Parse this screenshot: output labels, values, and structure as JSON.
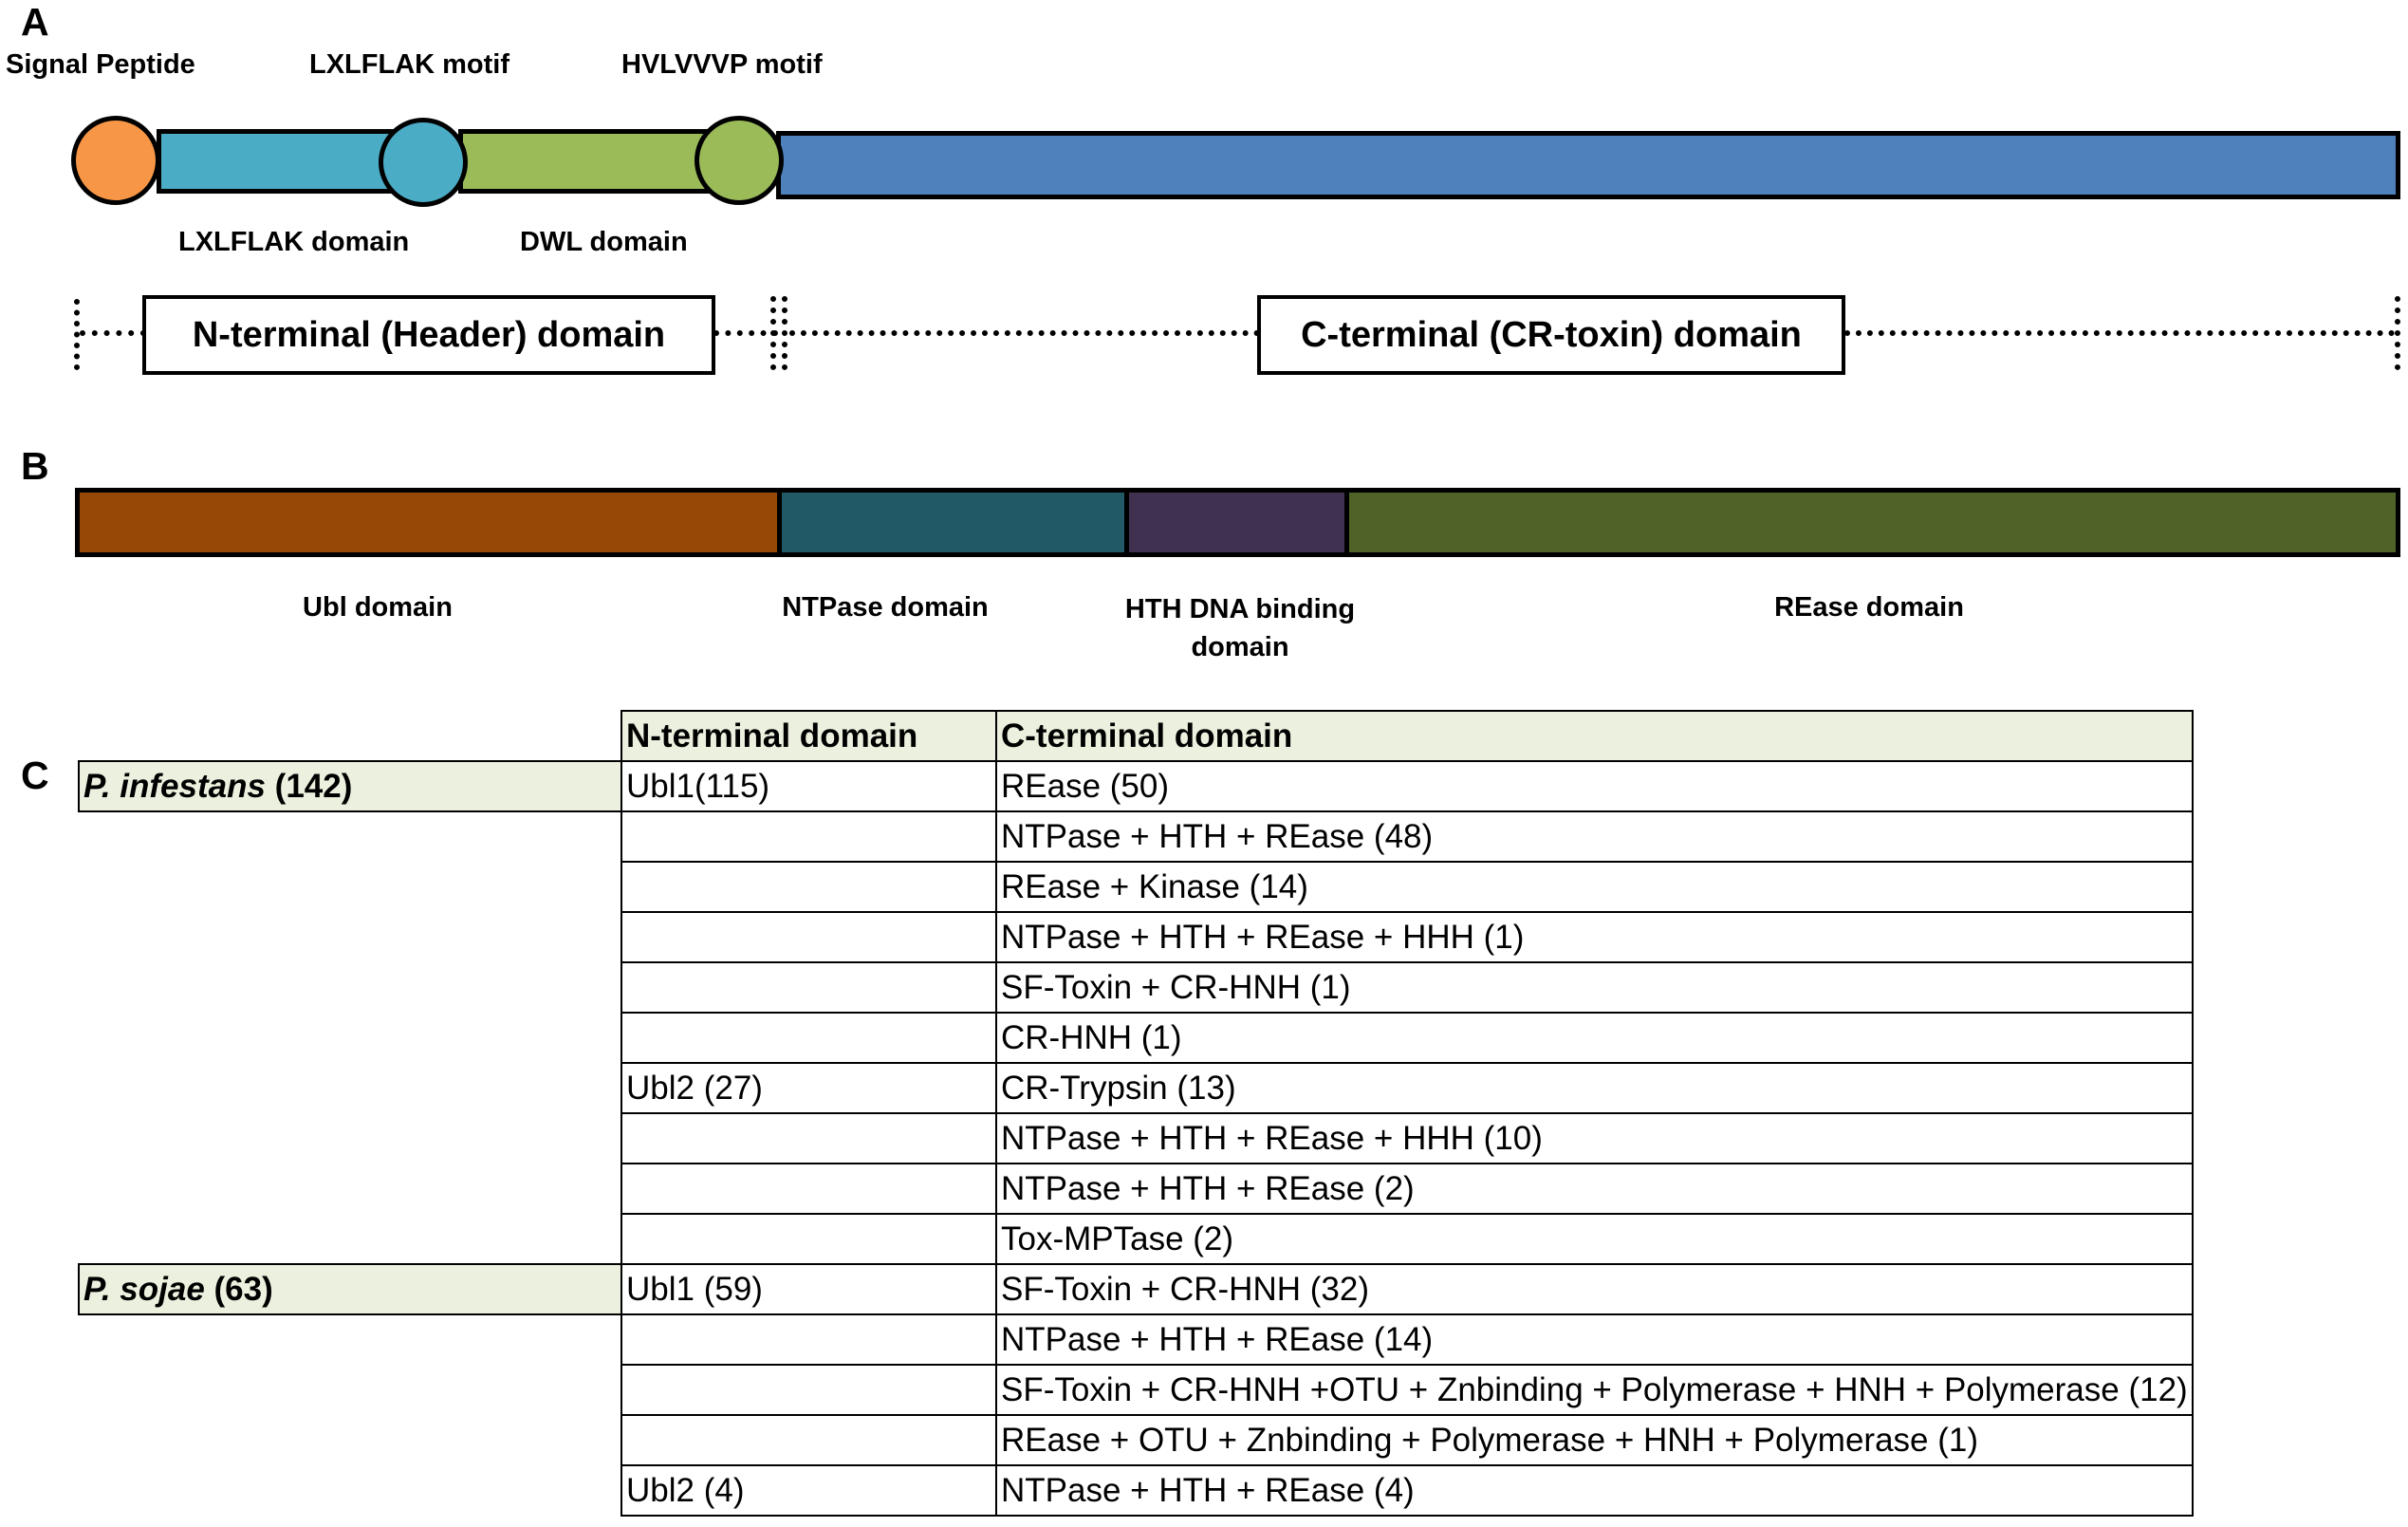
{
  "panels": {
    "a": "A",
    "b": "B",
    "c": "C"
  },
  "panel_a": {
    "top_labels": {
      "signal_peptide": "Signal Peptide",
      "lxlflak_motif": "LXLFLAK motif",
      "hvlvvvp_motif": "HVLVVVP motif"
    },
    "bottom_labels": {
      "lxlflak_domain": "LXLFLAK domain",
      "dwl_domain": "DWL domain"
    },
    "regions": {
      "n_terminal": "N-terminal (Header) domain",
      "c_terminal": "C-terminal (CR-toxin) domain"
    },
    "colors": {
      "signal_peptide": "#f79646",
      "lxlflak": "#4bacc6",
      "dwl": "#9bbb59",
      "c_terminal": "#4f81bd"
    }
  },
  "panel_b": {
    "labels": {
      "ubl": "Ubl domain",
      "ntpase": "NTPase domain",
      "hth": "HTH DNA binding domain",
      "rease": "REase domain"
    },
    "colors": {
      "ubl": "#974806",
      "ntpase": "#215967",
      "hth": "#403151",
      "rease": "#4f6228"
    }
  },
  "panel_c": {
    "header": {
      "n_terminal": "N-terminal domain",
      "c_terminal": "C-terminal  domain"
    },
    "species": {
      "p_infestans": {
        "name": "P. infestans",
        "count": "(142)"
      },
      "p_sojae": {
        "name": "P. sojae",
        "count": "(63)"
      }
    },
    "rows": [
      {
        "n": "Ubl1(115)",
        "c": "REase (50)"
      },
      {
        "n": "",
        "c": "NTPase + HTH + REase (48)"
      },
      {
        "n": "",
        "c": "REase + Kinase (14)"
      },
      {
        "n": "",
        "c": "NTPase + HTH + REase + HHH (1)"
      },
      {
        "n": "",
        "c": "SF-Toxin + CR-HNH (1)"
      },
      {
        "n": "",
        "c": "CR-HNH (1)"
      },
      {
        "n": "Ubl2 (27)",
        "c": "CR-Trypsin (13)"
      },
      {
        "n": "",
        "c": "NTPase + HTH + REase + HHH (10)"
      },
      {
        "n": "",
        "c": "NTPase + HTH + REase (2)"
      },
      {
        "n": "",
        "c": "Tox-MPTase (2)"
      },
      {
        "n": "Ubl1 (59)",
        "c": "SF-Toxin + CR-HNH (32)"
      },
      {
        "n": "",
        "c": "NTPase + HTH + REase (14)"
      },
      {
        "n": "",
        "c": "SF-Toxin + CR-HNH +OTU + Znbinding + Polymerase + HNH + Polymerase (12)"
      },
      {
        "n": "",
        "c": "REase + OTU + Znbinding + Polymerase + HNH + Polymerase (1)"
      },
      {
        "n": "Ubl2 (4)",
        "c": "NTPase + HTH + REase (4)"
      }
    ]
  }
}
